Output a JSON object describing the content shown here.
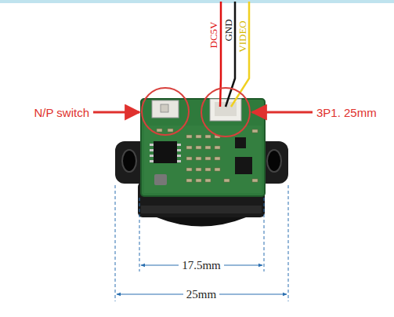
{
  "diagram": {
    "labels": [
      "N/P switch",
      "DC5V",
      "GND",
      "VIDEO",
      "3P1. 25mm",
      "17.5mm",
      "25mm"
    ]
  }
}
